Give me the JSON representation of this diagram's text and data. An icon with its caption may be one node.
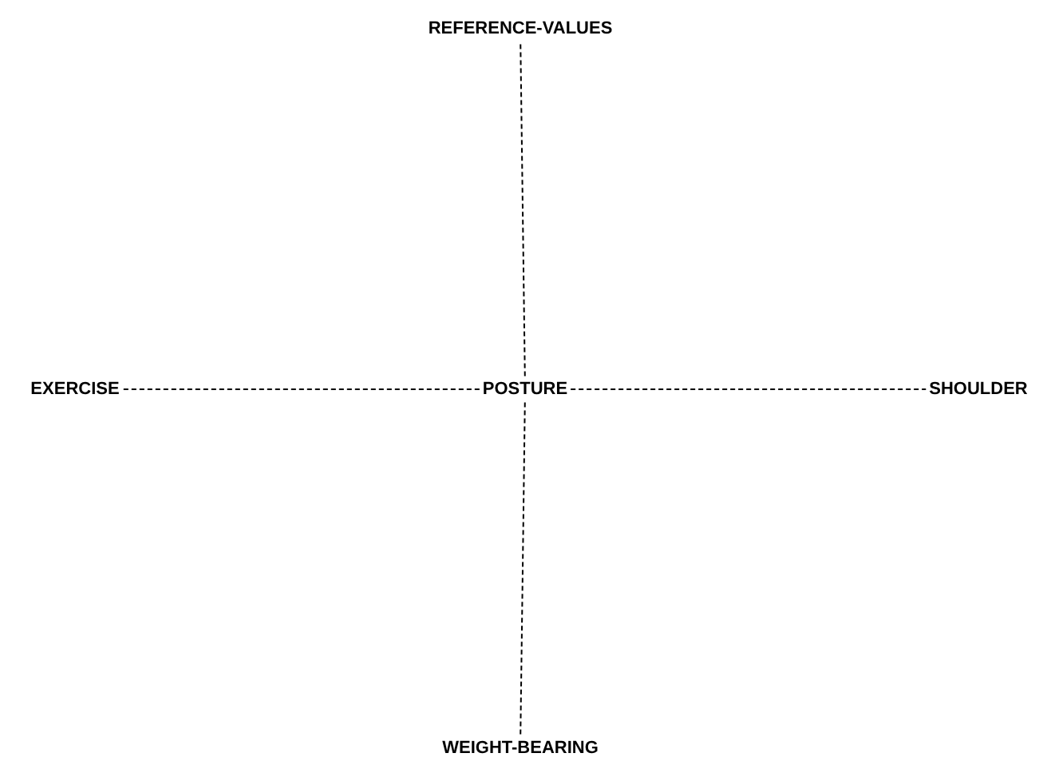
{
  "diagram": {
    "nodes": [
      {
        "text": [
          "POSTURE"
        ]
      },
      {
        "text": [
          "REFERENCE-VALUES"
        ]
      },
      {
        "text": [
          "EXERCISE"
        ]
      },
      {
        "text": [
          "SHOULDER"
        ]
      },
      {
        "text": [
          "WEIGHT-BEARING"
        ]
      }
    ],
    "edges": [
      {
        "from": 0,
        "to": 1,
        "arrow": "none",
        "style": "dashed"
      },
      {
        "from": 0,
        "to": 2,
        "arrow": "none",
        "style": "dashed"
      },
      {
        "from": 0,
        "to": 3,
        "arrow": "none",
        "style": "dashed"
      },
      {
        "from": 0,
        "to": 4,
        "arrow": "none",
        "style": "dashed"
      }
    ]
  }
}
